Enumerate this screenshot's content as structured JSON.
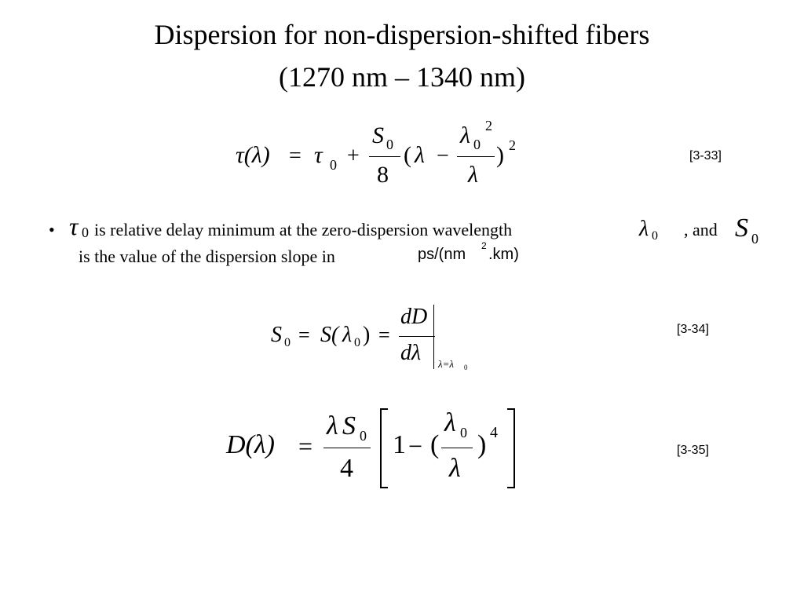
{
  "slide": {
    "title_line1": "Dispersion for non-dispersion-shifted fibers",
    "title_line2": "(1270 nm – 1340 nm)"
  },
  "equation_33": {
    "number": "[3-33]",
    "lhs": "τ(λ)",
    "equals": "=",
    "tau": "τ",
    "sub0": "0",
    "plus": "+",
    "s": "S",
    "den8": "8",
    "open": "(",
    "lambda": "λ",
    "minus": "−",
    "close": ")",
    "exp2": "2"
  },
  "bullet": {
    "marker": "•",
    "tau": "τ",
    "sub0": "0",
    "text1": "is relative delay minimum at the zero-dispersion wavelength",
    "lambda": "λ",
    "text_and": ", and",
    "s": "S",
    "text2": "is the value of the dispersion slope in",
    "unit_base": "ps/(nm",
    "unit_exp": "2",
    "unit_end": ".km)"
  },
  "equation_34": {
    "number": "[3-34]",
    "s": "S",
    "sub0": "0",
    "equals": "=",
    "s_of": "S(",
    "lambda": "λ",
    "close": ")",
    "numerator": "dD",
    "denominator": "dλ",
    "eval_at": "λ=λ"
  },
  "equation_35": {
    "number": "[3-35]",
    "lhs": "D(λ)",
    "equals": "=",
    "num_lambda": "λ",
    "num_s": "S",
    "sub0": "0",
    "den4": "4",
    "one": "1",
    "minus": "−",
    "open": "(",
    "lambda": "λ",
    "close": ")",
    "exp4": "4"
  }
}
